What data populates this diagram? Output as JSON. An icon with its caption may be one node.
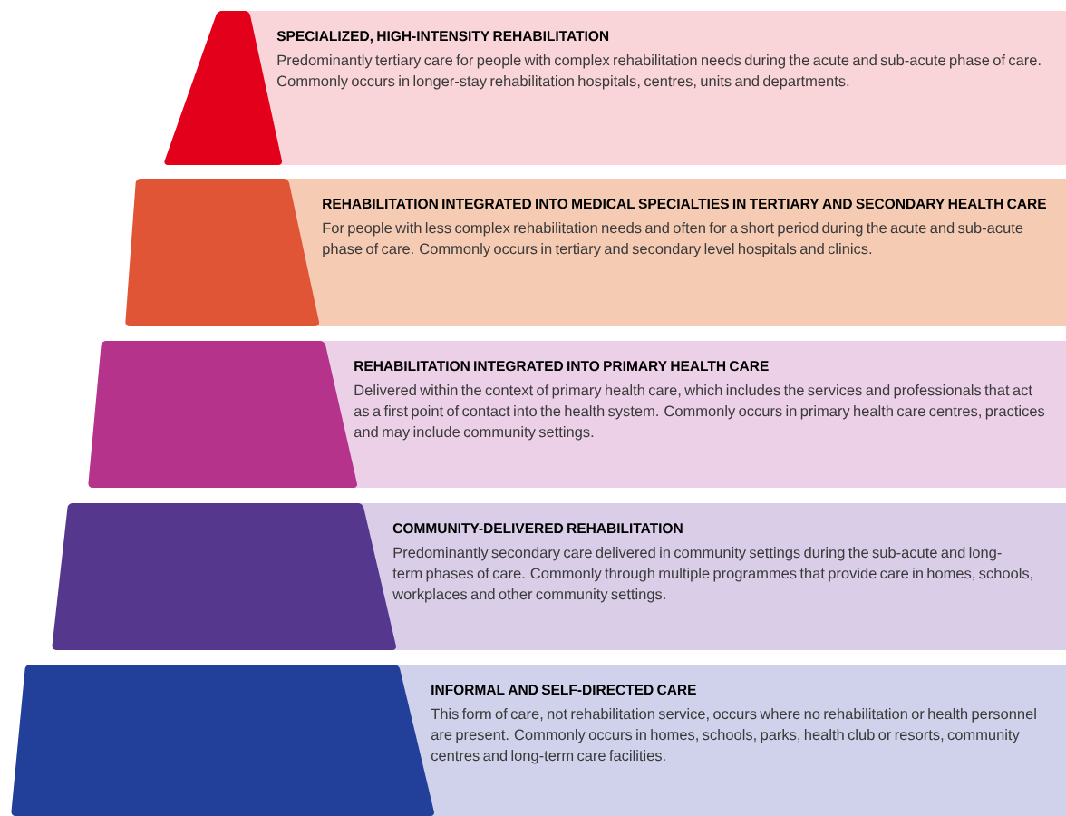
{
  "diagram": {
    "nodes": [
      {
        "text": [
          "SPECIALIZED, HIGH-INTENSITY REHABILITATION",
          "Predominantly tertiary care for people with complex rehabilitation needs during the acute and sub-acute phase of care. Commonly occurs in longer-stay rehabilitation hospitals, centres, units and departments."
        ]
      },
      {
        "text": [
          "REHABILITATION INTEGRATED INTO MEDICAL SPECIALTIES IN TERTIARY AND SECONDARY HEALTH CARE",
          "For people with less complex rehabilitation needs and often for a short period during the acute and sub-acute phase of care. Commonly occurs in tertiary and secondary level hospitals and clinics."
        ]
      },
      {
        "text": [
          "REHABILITATION INTEGRATED INTO PRIMARY HEALTH CARE",
          "Delivered within the context of primary health care, which includes the services and professionals that act as a first point of contact into the health system. Commonly occurs in primary health care centres, practices and may include community settings."
        ]
      },
      {
        "text": [
          "COMMUNITY-DELIVERED REHABILITATION",
          "Predominantly secondary care delivered in community settings during the sub-acute and long-term phases of care. Commonly through multiple programmes that provide care in homes, schools, workplaces and other community settings."
        ]
      },
      {
        "text": [
          "INFORMAL AND SELF-DIRECTED CARE",
          "This form of care, not rehabilitation service, occurs where no rehabilitation or health personnel are present. Commonly occurs in homes, schools, parks, health club or resorts, community centres and long-term care facilities."
        ]
      }
    ]
  }
}
